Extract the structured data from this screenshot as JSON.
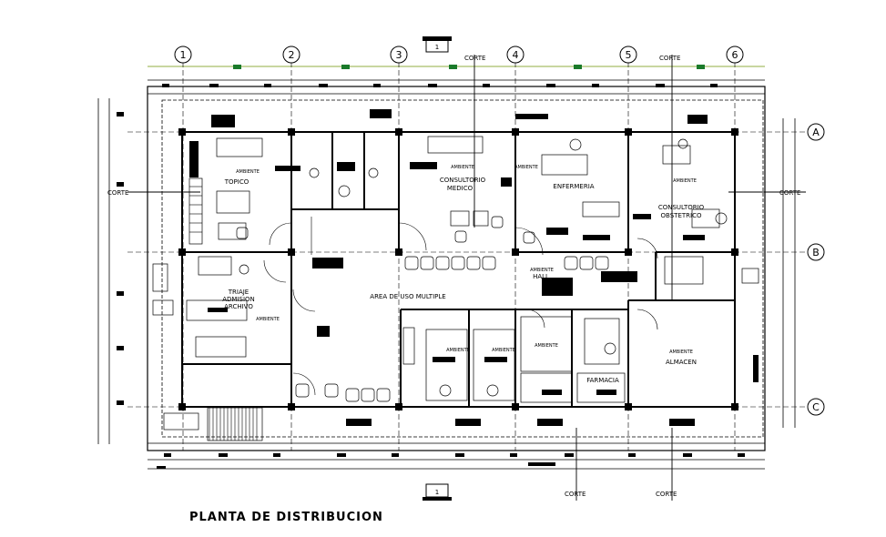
{
  "drawing": {
    "title": "PLANTA DE DISTRIBUCION"
  },
  "grid_axes": {
    "vertical": [
      "1",
      "2",
      "3",
      "4",
      "5",
      "6"
    ],
    "horizontal": [
      "A",
      "B",
      "C"
    ]
  },
  "section_marker": "CORTE",
  "section_number": "1",
  "rooms": {
    "topico": "TOPICO",
    "consultorio_medico_1": "CONSULTORIO",
    "consultorio_medico_2": "MEDICO",
    "enfermeria": "ENFERMERIA",
    "consultorio_obs_1": "CONSULTORIO",
    "consultorio_obs_2": "OBSTETRICO",
    "triaje_1": "TRIAJE",
    "triaje_2": "ADMISION",
    "triaje_3": "ARCHIVO",
    "area_uso_multiple": "AREA DE USO MULTIPLE",
    "hall": "HALL",
    "farmacia": "FARMACIA",
    "almacen": "ALMACEN"
  },
  "ambiente_tag": "AMBIENTE",
  "colors": {
    "line": "#000000",
    "axis_line": "#c8d6a0",
    "marker": "#1a7a2a",
    "background": "#ffffff"
  }
}
